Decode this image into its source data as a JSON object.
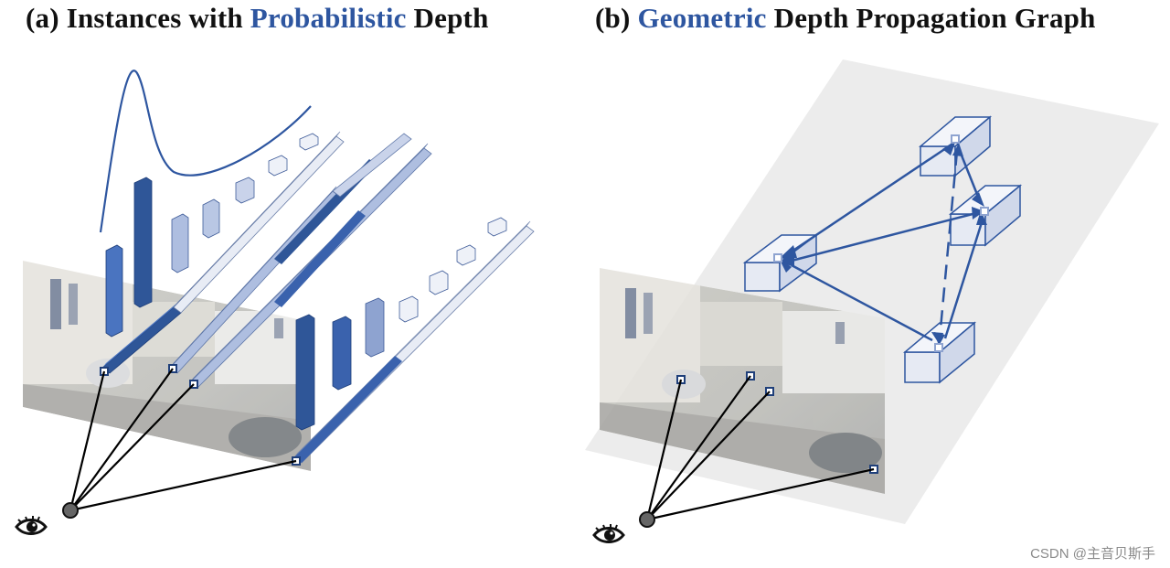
{
  "panel_a": {
    "title_prefix": "(a) Instances with ",
    "title_highlight": "Probabilistic",
    "title_suffix": " Depth",
    "eye_icon": "eye-icon",
    "photo": "street-scene-image"
  },
  "panel_b": {
    "title_prefix": "(b) ",
    "title_highlight": "Geometric",
    "title_suffix": " Depth Propagation Graph",
    "eye_icon": "eye-icon",
    "photo": "street-scene-image"
  },
  "watermark": "CSDN @主音贝斯手",
  "colors": {
    "highlight": "#2e56a0",
    "bar_dark": "#2f5698",
    "bar_mid": "#4a74c0",
    "bar_light": "#aebee0",
    "bar_pale": "#e2e8f5",
    "edge": "#2e56a0",
    "plane": "#ececec"
  }
}
